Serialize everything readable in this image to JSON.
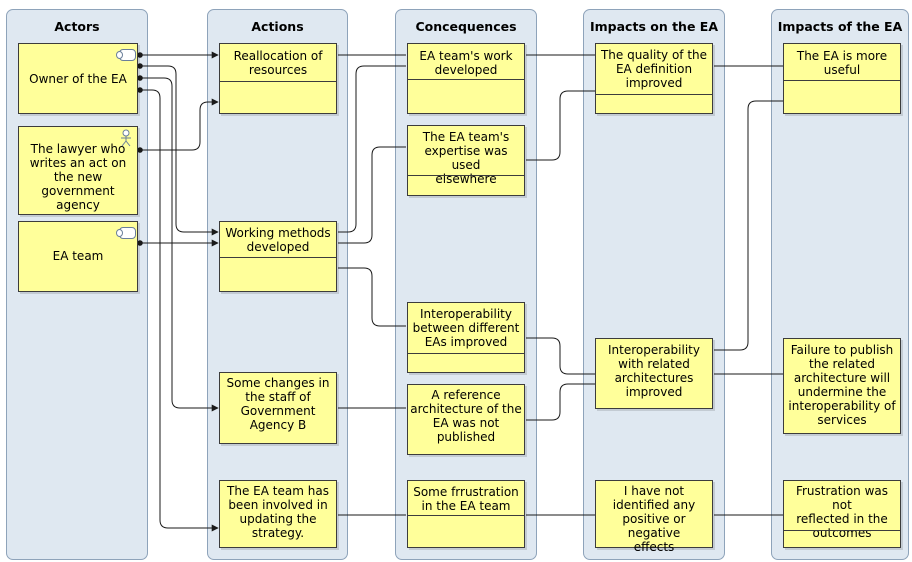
{
  "lanes": {
    "actors": "Actors",
    "actions": "Actions",
    "consequences": "Concequences",
    "impacts_on": "Impacts on the EA",
    "impacts_of": "Impacts of the EA"
  },
  "boxes": {
    "owner": "Owner of the EA",
    "lawyer": "The lawyer who\nwrites an act on\nthe new\ngovernment agency",
    "ea_team": "EA team",
    "reallocation": "Reallocation of\nresources",
    "working_methods": "Working methods\ndeveloped",
    "staff_changes": "Some changes in\nthe staff of\nGovernment\nAgency B",
    "strategy": "The EA team has\nbeen involved in\nupdating the\nstrategy.",
    "work_developed": "EA team's work\ndeveloped",
    "expertise": "The EA team's\nexpertise was used\nelsewhere",
    "interop_ea": "Interoperability\nbetween different\nEAs improved",
    "reference_arch": "A reference\narchitecture of the\nEA was not\npublished",
    "frustration": "Some frrustration\nin the EA team",
    "quality": "The quality of the\nEA definition\nimproved",
    "interop_related": "Interoperability\nwith related\narchitectures\nimproved",
    "no_effects": "I have not\nidentified any\npositive or negative\neffects",
    "more_useful": "The EA is more\nuseful",
    "failure_publish": "Failure to publish\nthe related\narchitecture will\nundermine the\ninteroperability of\nservices",
    "frustration_not": "Frustration was not\nreflected in the\noutcomes"
  },
  "icons": {
    "role": "business-role-icon",
    "actor": "business-actor-icon"
  },
  "colors": {
    "lane_fill": "#dfe8f1",
    "lane_border": "#8ea3ba",
    "box_fill": "#ffff9a",
    "box_border": "#3c3c3c",
    "connector": "#1a1a1a"
  }
}
